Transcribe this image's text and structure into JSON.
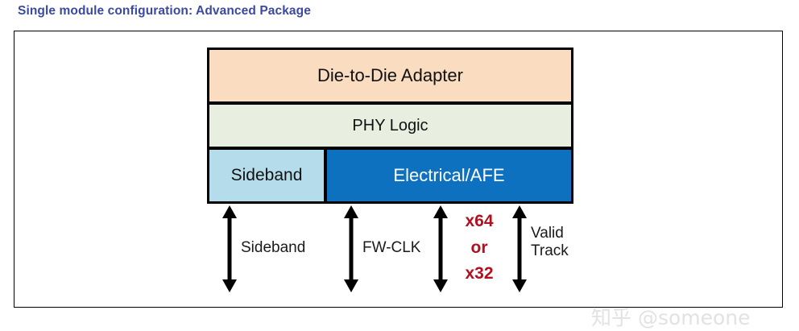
{
  "title": "Single module configuration: Advanced Package",
  "colors": {
    "title_blue": "#3A4A9F",
    "adapter_peach": "#FADCC0",
    "phy_green": "#E9EFE0",
    "sideband_light_blue": "#B5DCEA",
    "electrical_blue": "#0E71C0",
    "data_red": "#B01020",
    "frame_black": "#000000",
    "watermark_gray": "#E2E2E4"
  },
  "diagram": {
    "blocks": [
      {
        "label": "Die-to-Die Adapter",
        "fill": "#FADCC0",
        "text_color": "#111111"
      },
      {
        "label": "PHY Logic",
        "fill": "#E9EFE0",
        "text_color": "#111111"
      },
      {
        "label": "Sideband",
        "fill": "#B5DCEA",
        "text_color": "#111111"
      },
      {
        "label": "Electrical/AFE",
        "fill": "#0E71C0",
        "text_color": "#ffffff"
      }
    ],
    "arrows": [
      {
        "name": "sideband",
        "label": "Sideband"
      },
      {
        "name": "fw-clk",
        "label": "FW-CLK"
      },
      {
        "name": "data-width",
        "label_lines": [
          "x64",
          "or",
          "x32"
        ]
      },
      {
        "name": "valid-track",
        "label_lines": [
          "Valid",
          "Track"
        ]
      }
    ]
  },
  "watermark": "知乎 @someone"
}
